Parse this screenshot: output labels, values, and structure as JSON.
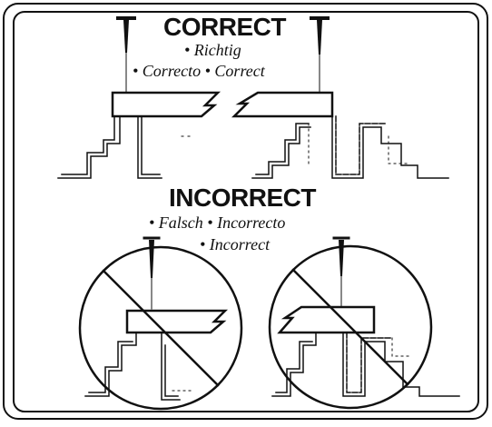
{
  "correct": {
    "heading": "CORRECT",
    "caption_line1": "• Richtig",
    "caption_line2": "• Correcto • Correct"
  },
  "incorrect": {
    "heading": "INCORRECT",
    "caption_line1": "• Falsch  • Incorrecto",
    "caption_line2": "• Incorrect"
  },
  "colors": {
    "ink": "#111111",
    "background": "#ffffff"
  },
  "icons": {
    "nail": "nail-icon",
    "prohibition": "prohibition-icon"
  }
}
